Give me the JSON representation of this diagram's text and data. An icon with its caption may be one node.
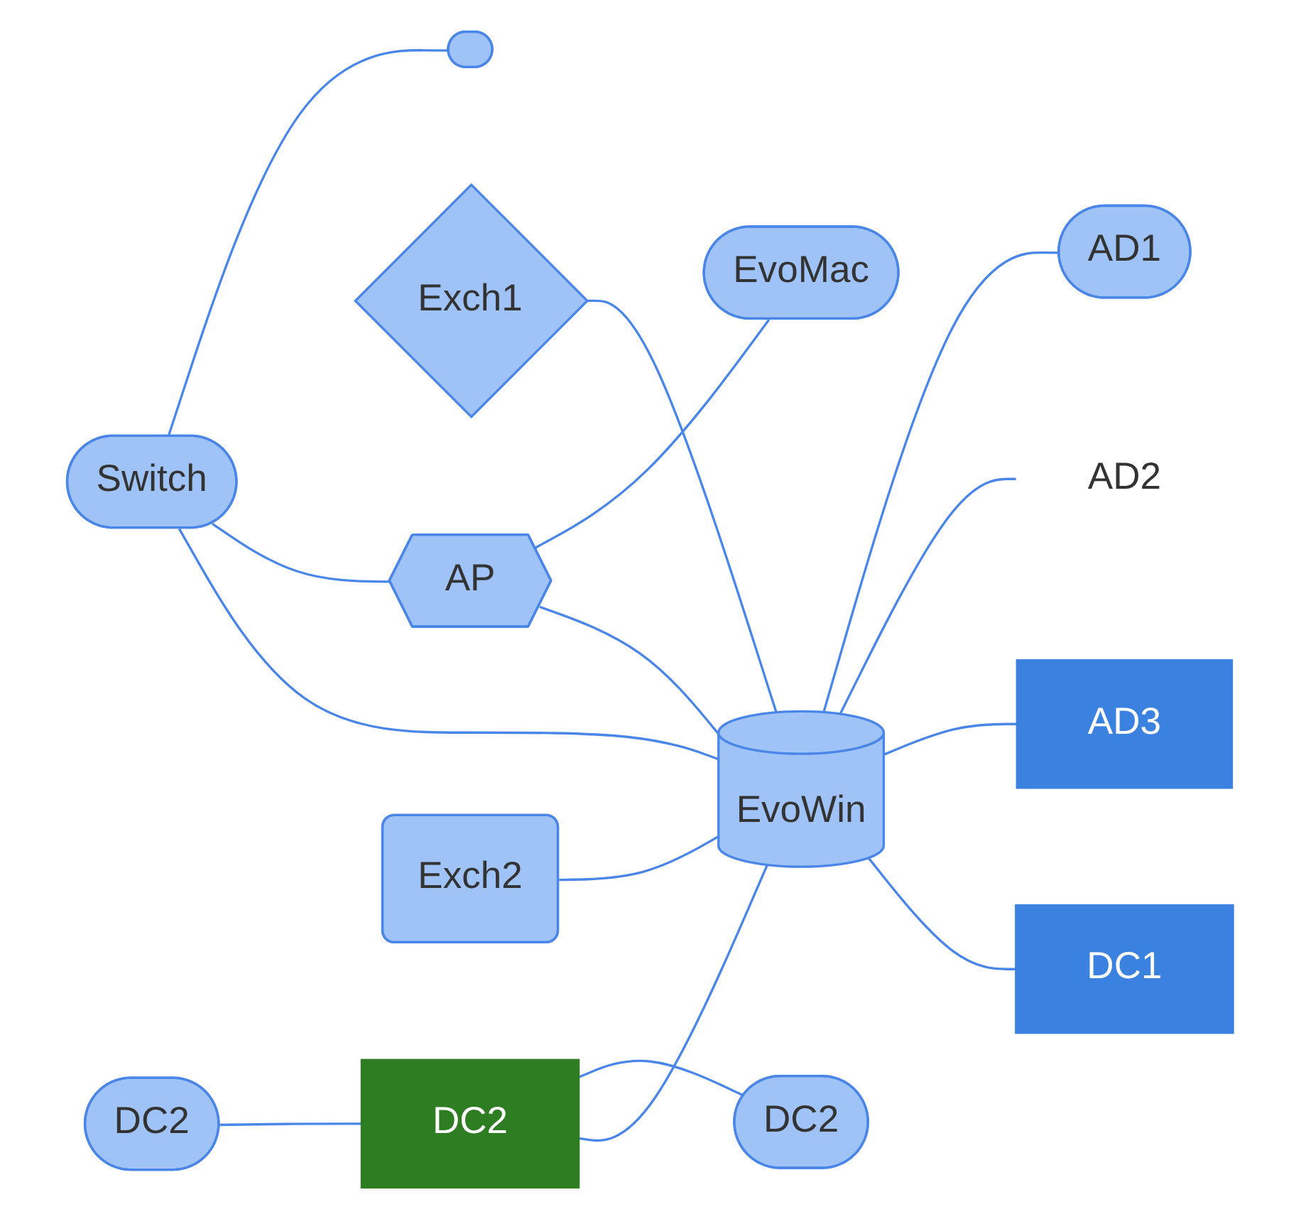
{
  "diagram": {
    "nodes": [
      {
        "text": [
          "Switch"
        ]
      },
      {
        "text": [],
        "shape": "ellipse"
      },
      {
        "text": [
          "Exch1"
        ]
      },
      {
        "text": [
          "AP"
        ]
      },
      {
        "text": [
          "EvoMac"
        ]
      },
      {
        "text": [
          "DC2"
        ]
      },
      {
        "text": [
          "DC2"
        ]
      },
      {
        "text": [
          "DC2"
        ]
      },
      {
        "text": [
          "Exch2"
        ]
      },
      {
        "text": [
          "EvoWin"
        ]
      },
      {
        "text": [
          "AD1"
        ]
      },
      {
        "text": [
          "AD2"
        ]
      },
      {
        "text": [
          "AD3"
        ]
      },
      {
        "text": [
          "DC1"
        ]
      }
    ],
    "edges": [
      {
        "from": 0,
        "to": 1,
        "arrow": "none"
      },
      {
        "from": 0,
        "to": 3,
        "arrow": "none"
      },
      {
        "from": 0,
        "to": 9,
        "arrow": "none"
      },
      {
        "from": 3,
        "to": 4,
        "arrow": "none"
      },
      {
        "from": 3,
        "to": 9,
        "arrow": "none"
      },
      {
        "from": 2,
        "to": 9,
        "arrow": "none"
      },
      {
        "from": 8,
        "to": 9,
        "arrow": "none"
      },
      {
        "from": 7,
        "to": 5,
        "arrow": "none"
      },
      {
        "from": 6,
        "to": 7,
        "arrow": "none"
      },
      {
        "from": 7,
        "to": 9,
        "arrow": "none"
      },
      {
        "from": 9,
        "to": 10,
        "arrow": "none"
      },
      {
        "from": 9,
        "to": 11,
        "arrow": "none"
      },
      {
        "from": 9,
        "to": 12,
        "arrow": "none"
      },
      {
        "from": 9,
        "to": 13,
        "arrow": "none"
      }
    ]
  }
}
